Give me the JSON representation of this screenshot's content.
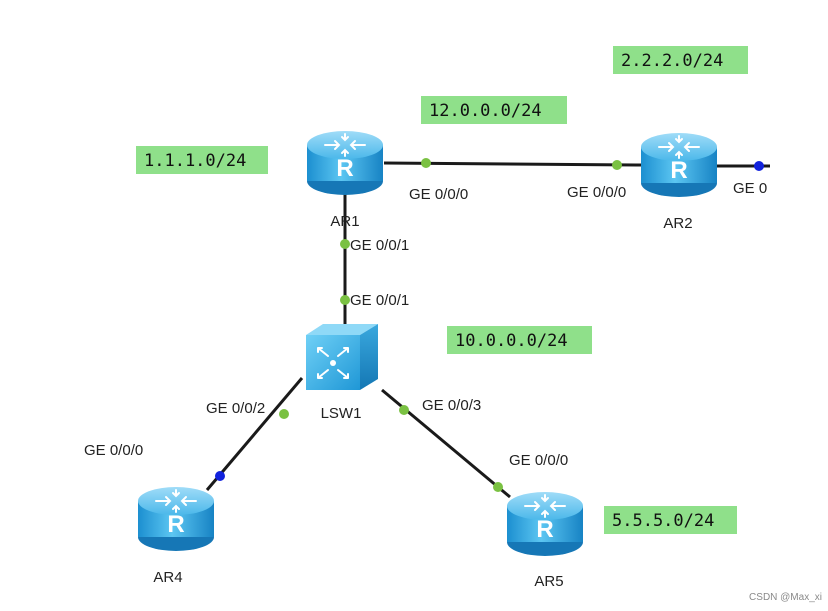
{
  "colors": {
    "subnet_label_bg": "#8fe08a",
    "link": "#1a1a1a",
    "port_up": "#7ac142",
    "port_dot_blue": "#1122dd",
    "device_fill": "#29a8e6"
  },
  "subnets": {
    "net_2_2_2": "2.2.2.0/24",
    "net_12": "12.0.0.0/24",
    "net_1_1_1": "1.1.1.0/24",
    "net_10": "10.0.0.0/24",
    "net_5_5_5": "5.5.5.0/24"
  },
  "devices": {
    "ar1": "AR1",
    "ar2": "AR2",
    "ar4": "AR4",
    "ar5": "AR5",
    "lsw1": "LSW1"
  },
  "ports": {
    "ar1_ge000": "GE 0/0/0",
    "ar2_ge000": "GE 0/0/0",
    "ar2_ge_cut": "GE 0",
    "ar1_ge001": "GE 0/0/1",
    "lsw1_ge001": "GE 0/0/1",
    "lsw1_ge002": "GE 0/0/2",
    "lsw1_ge003": "GE 0/0/3",
    "ar4_ge000": "GE 0/0/0",
    "ar5_ge000": "GE 0/0/0"
  },
  "icons": {
    "router": "router-icon",
    "switch": "switch-icon"
  },
  "watermark": "CSDN @Max_xi"
}
